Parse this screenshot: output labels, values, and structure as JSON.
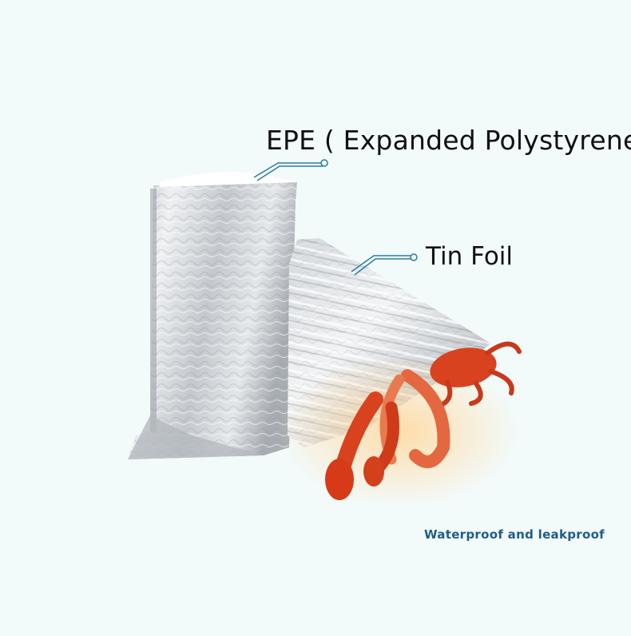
{
  "labels": {
    "epe": "EPE ( Expanded Polystyrene",
    "tin_foil": "Tin Foil",
    "caption": "Waterproof and leakproof"
  },
  "colors": {
    "background": "#f3fafa",
    "callout_line": "#2b7fa6",
    "caption": "#1f5d8a",
    "foil_light": "#e9ecef",
    "foil_dark": "#a9aeb4",
    "seafood": "#d9421f"
  },
  "icons": {
    "callout_dot": "circle-outline"
  }
}
